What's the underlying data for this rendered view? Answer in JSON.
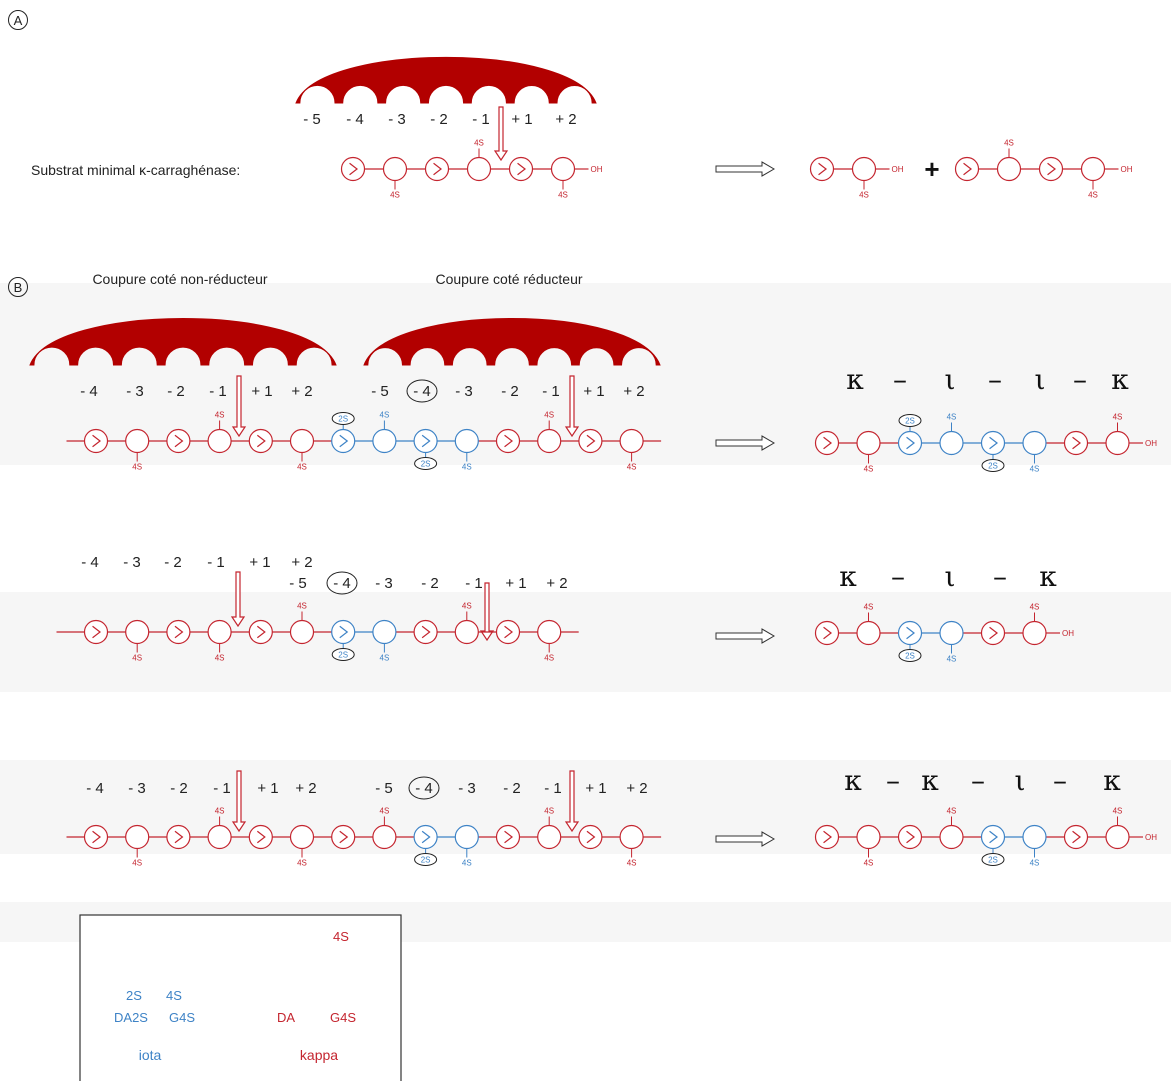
{
  "colors": {
    "kappa": "#c4252f",
    "iota": "#3e83c6",
    "enzyme": "#b20000",
    "ink": "#222222",
    "band": "#f6f6f6"
  },
  "panel_a": {
    "letter": "A",
    "substrate_label": "Substrat minimal κ-carraghénase:",
    "subsites": [
      "- 5",
      "- 4",
      "- 3",
      "- 2",
      "- 1",
      "+ 1",
      "+ 2"
    ],
    "plus": "+",
    "oh": "OH",
    "sulfate": "4S"
  },
  "panel_b": {
    "letter": "B",
    "title_left": "Coupure coté non-réducteur",
    "title_right": "Coupure coté réducteur",
    "subsites_left": [
      "- 4",
      "- 3",
      "- 2",
      "- 1",
      "+ 1",
      "+ 2"
    ],
    "subsites_right": [
      "- 5",
      "- 4",
      "- 3",
      "- 2",
      "- 1",
      "+ 1",
      "+ 2"
    ],
    "product_1": [
      "κ",
      "–",
      "ι",
      "–",
      "ι",
      "–",
      "κ"
    ],
    "product_2": [
      "κ",
      "–",
      "ι",
      "–",
      "κ"
    ],
    "product_3": [
      "κ",
      "–",
      "κ",
      "–",
      "ι",
      "–",
      "κ"
    ],
    "sulfate_4": "4S",
    "sulfate_2": "2S",
    "oh": "OH"
  },
  "legend": {
    "iota": {
      "sulfates": [
        "2S",
        "4S"
      ],
      "units": [
        "DA2S",
        "G4S"
      ],
      "name": "iota"
    },
    "kappa": {
      "sulfate": "4S",
      "units": [
        "DA",
        "G4S"
      ],
      "name": "kappa"
    }
  }
}
